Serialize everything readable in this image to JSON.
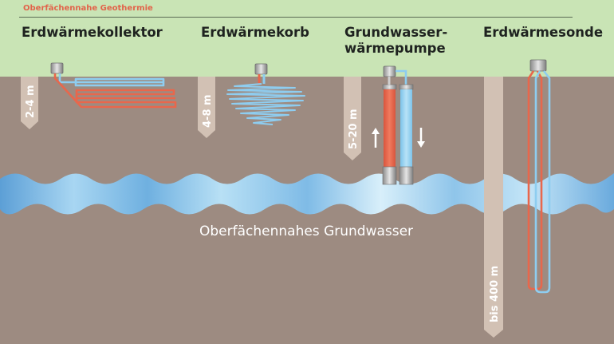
{
  "header": {
    "title": "Oberfächennahe Geothermie"
  },
  "systems": [
    {
      "name": "Erdwärmekollektor",
      "depth": "2-4 m"
    },
    {
      "name": "Erdwärmekorb",
      "depth": "4-8 m"
    },
    {
      "name": "Grundwasser-\nwärmepumpe",
      "name_line1": "Grundwasser-",
      "name_line2": "wärmepumpe",
      "depth": "5-20 m"
    },
    {
      "name": "Erdwärmesonde",
      "depth": "bis 400 m"
    }
  ],
  "groundwater": {
    "label": "Oberfächennahes Grundwasser"
  },
  "colors": {
    "surface": "#c9e4b5",
    "ground": "#9d8b81",
    "title_accent": "#e2634a",
    "warm_pipe": "#e8674c",
    "cold_pipe": "#8ecdf0",
    "water": "#a9d8f2",
    "depth_marker": "#d2c1b4"
  }
}
